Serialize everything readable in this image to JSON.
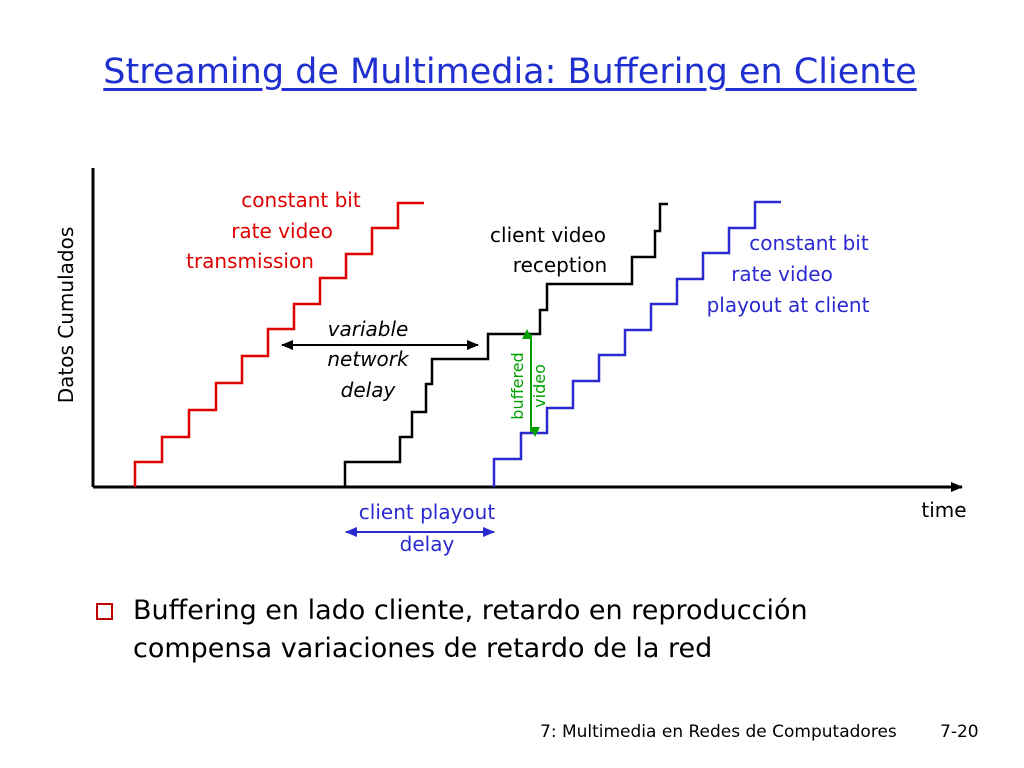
{
  "slide": {
    "title": "Streaming de Multimedia:  Buffering en Cliente"
  },
  "diagram": {
    "y_axis_label": "Datos Cumulados",
    "x_axis_label": "time",
    "transmission_label": [
      "constant bit",
      "rate video",
      "transmission"
    ],
    "network_delay_label": [
      "variable",
      "network",
      "delay"
    ],
    "reception_label": [
      "client video",
      "reception"
    ],
    "playout_label": [
      "constant bit",
      "rate video",
      "playout at client"
    ],
    "buffered_label": [
      "buffered",
      "video"
    ],
    "playout_delay_label": [
      "client playout",
      "delay"
    ],
    "colors": {
      "transmission": "#e00000",
      "reception": "#000000",
      "playout": "#2a2ad0",
      "buffered": "#00a000"
    }
  },
  "bullet": {
    "text_line1": "Buffering en lado cliente, retardo en reproducción",
    "text_line2": "compensa variaciones de retardo de la red"
  },
  "footer": {
    "chapter": "7: Multimedia en Redes de Computadores",
    "page": "7-20"
  }
}
